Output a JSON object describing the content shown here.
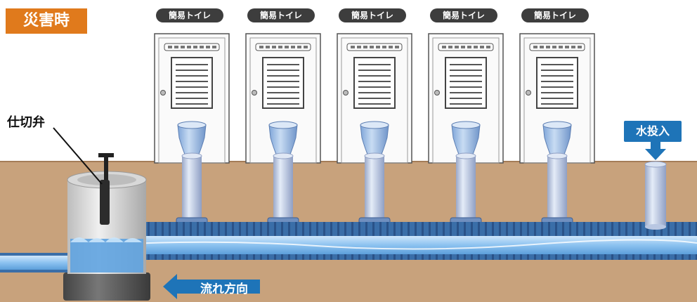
{
  "badge": {
    "text": "災害時"
  },
  "valve": {
    "label": "仕切弁"
  },
  "water_inlet": {
    "label": "水投入"
  },
  "flow": {
    "label": "流れ方向"
  },
  "toilets": [
    {
      "label": "簡易トイレ"
    },
    {
      "label": "簡易トイレ"
    },
    {
      "label": "簡易トイレ"
    },
    {
      "label": "簡易トイレ"
    },
    {
      "label": "簡易トイレ"
    }
  ],
  "colors": {
    "soil": "#c8a27c",
    "badge": "#e07a1c",
    "accent_blue": "#1e74b8",
    "water": "#7fb8ea",
    "pipe": "#3a6ea8"
  }
}
